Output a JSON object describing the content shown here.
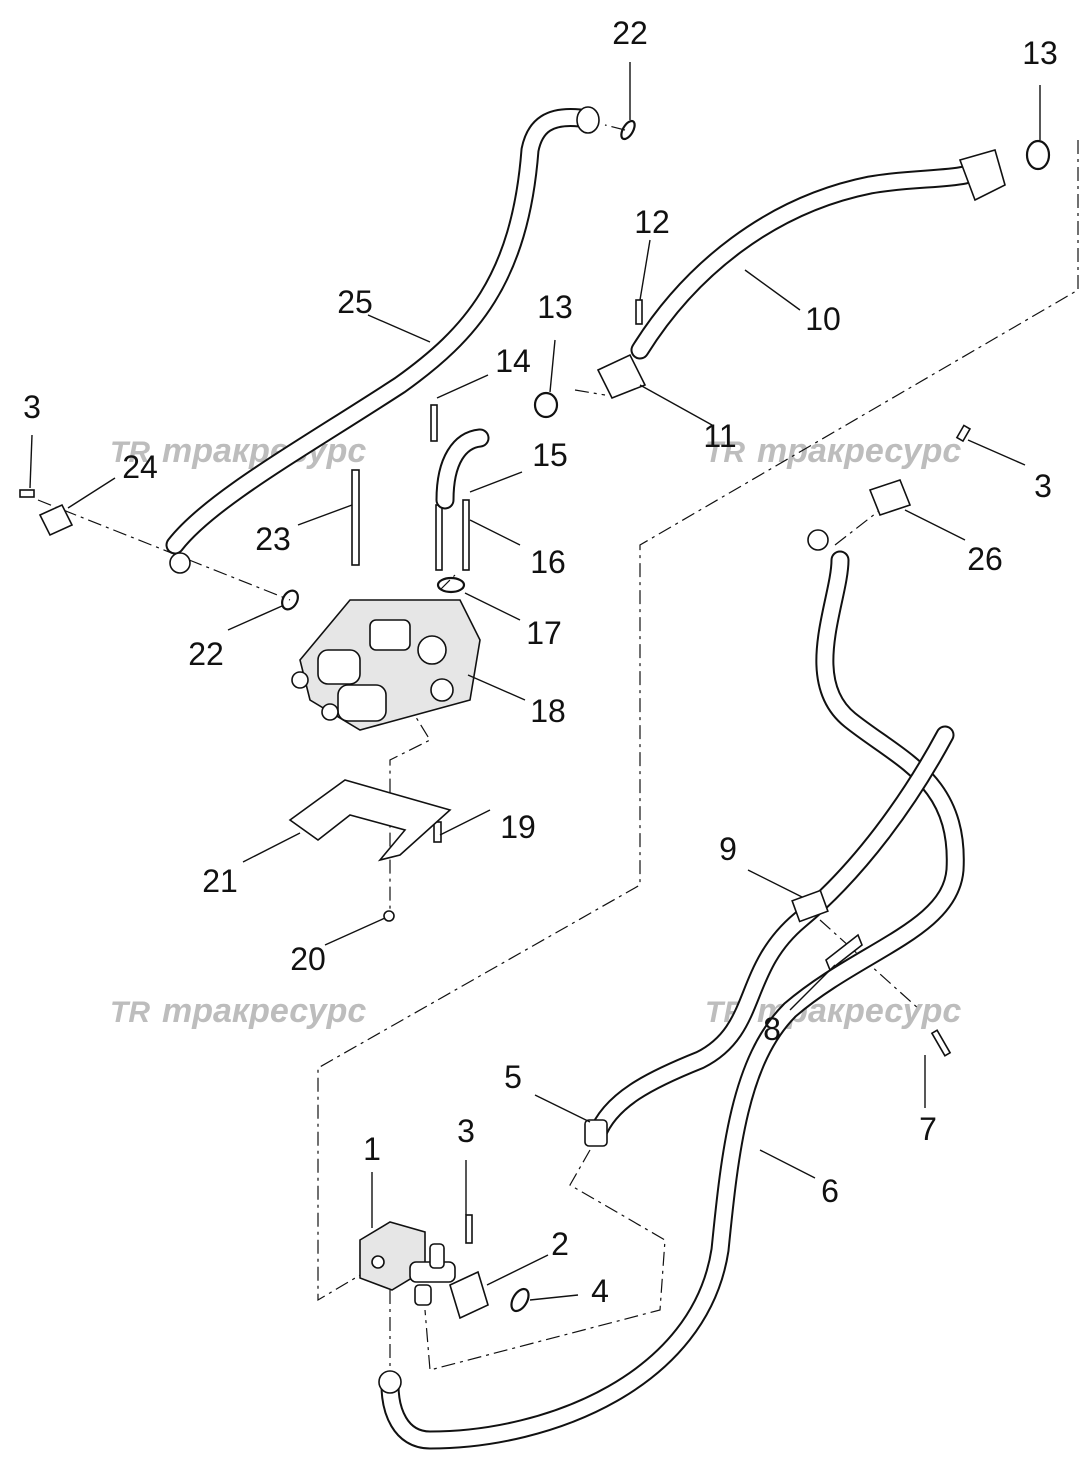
{
  "callouts": [
    "1",
    "2",
    "3",
    "3",
    "3",
    "4",
    "5",
    "6",
    "7",
    "8",
    "9",
    "10",
    "11",
    "12",
    "13",
    "13",
    "14",
    "15",
    "16",
    "17",
    "18",
    "19",
    "20",
    "21",
    "22",
    "22",
    "23",
    "24",
    "25",
    "26"
  ],
  "watermark": {
    "logo": "TR",
    "text": "тракресурс"
  }
}
